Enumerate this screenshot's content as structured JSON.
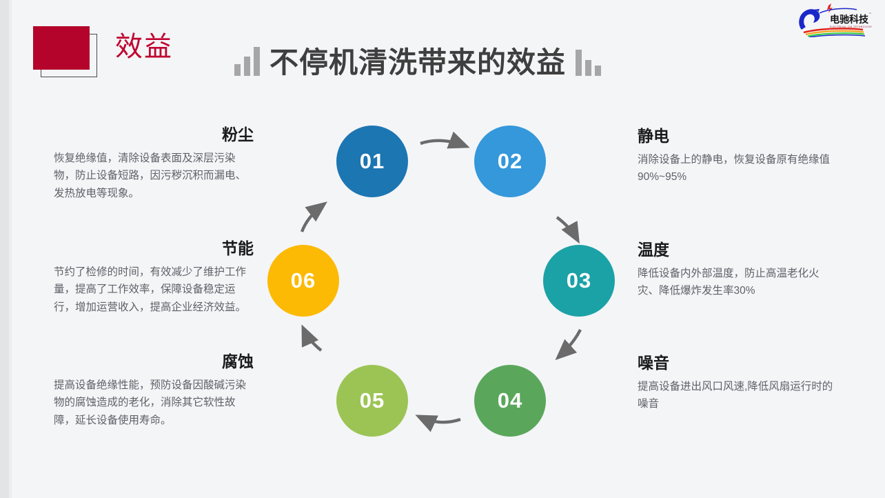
{
  "slide": {
    "background_color": "#f4f5f7",
    "kicker": "效益",
    "kicker_color": "#c0032f",
    "title": "不停机清洗带来的效益",
    "title_color": "#3f3f3f"
  },
  "logo": {
    "brand_cn": "电驰科技",
    "brand_en": "ELECTRICAL CHI TECHNOLOGY",
    "trademark": "™"
  },
  "cycle": {
    "nodes": [
      {
        "number": "01",
        "color": "#1c76b2"
      },
      {
        "number": "02",
        "color": "#3498db"
      },
      {
        "number": "03",
        "color": "#1ba2a6"
      },
      {
        "number": "04",
        "color": "#5aa75c"
      },
      {
        "number": "05",
        "color": "#9cc455"
      },
      {
        "number": "06",
        "color": "#fcba04"
      }
    ],
    "arrow_color": "#6b6b6b"
  },
  "benefits": {
    "left": [
      {
        "title": "粉尘",
        "desc": "恢复绝缘值，清除设备表面及深层污染物，防止设备短路，因污秽沉积而漏电、发热放电等现象。"
      },
      {
        "title": "节能",
        "desc": "节约了检修的时间，有效减少了维护工作量，提高了工作效率，保障设备稳定运行，增加运营收入，提高企业经济效益。"
      },
      {
        "title": "腐蚀",
        "desc": "提高设备绝缘性能，预防设备因酸碱污染物的腐蚀造成的老化，消除其它软性故障，延长设备使用寿命。"
      }
    ],
    "right": [
      {
        "title": "静电",
        "desc": "消除设备上的静电，恢复设备原有绝缘值90%~95%"
      },
      {
        "title": "温度",
        "desc": "降低设备内外部温度，防止高温老化火灾、降低爆炸发生率30%"
      },
      {
        "title": "噪音",
        "desc": "提高设备进出风口风速,降低风扇运行时的噪音"
      }
    ]
  }
}
